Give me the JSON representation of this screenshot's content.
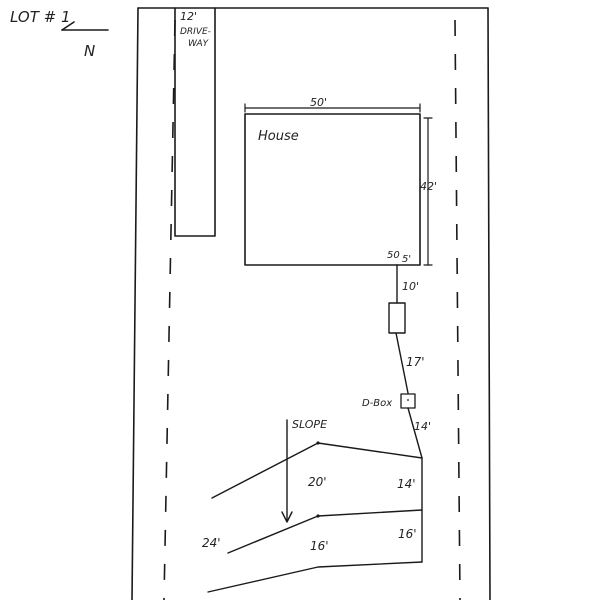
{
  "lot": {
    "label": "LOT # 1",
    "north_label": "N"
  },
  "driveway": {
    "width_label": "12'",
    "line1": "DRIVE-",
    "line2": "WAY"
  },
  "house": {
    "label": "House",
    "width_label": "50'",
    "depth_label": "42'",
    "corner_label": "50",
    "offset_label": "5'"
  },
  "sewer": {
    "run1_label": "10'",
    "run2_label": "17'",
    "dbox_label": "D-Box",
    "run3_label": "14'"
  },
  "field": {
    "slope_label": "SLOPE",
    "seg1_label": "20'",
    "seg2_label": "14'",
    "seg3_label": "24'",
    "seg4_label": "16'",
    "seg5_label": "16'"
  }
}
